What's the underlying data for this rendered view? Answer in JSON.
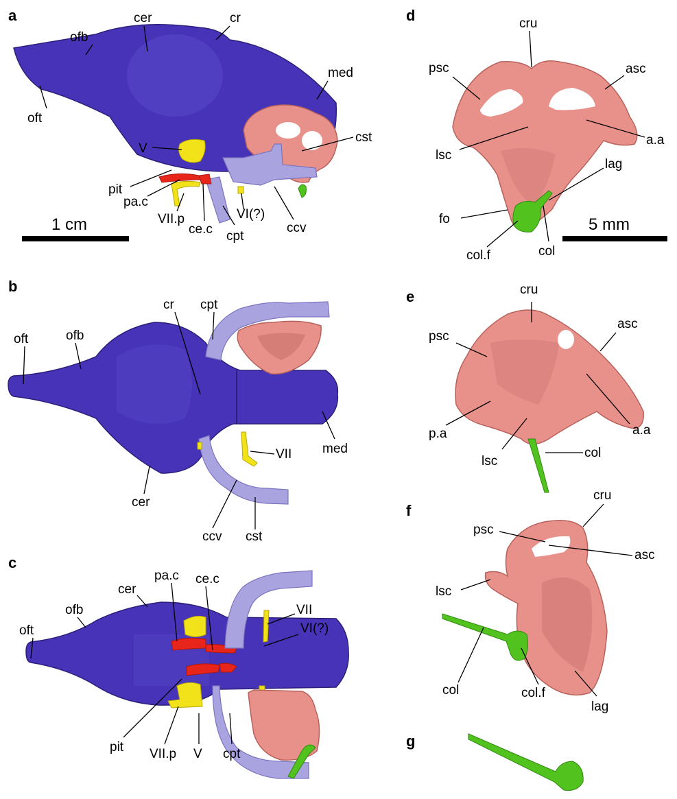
{
  "panels": {
    "a": {
      "letter": "a",
      "labels": {
        "ofb": "ofb",
        "cer": "cer",
        "cr": "cr",
        "med": "med",
        "oft": "oft",
        "cst": "cst",
        "V": "V",
        "pit": "pit",
        "pa_c": "pa.c",
        "VII_p": "VII.p",
        "ce_c": "ce.c",
        "cpt": "cpt",
        "VI": "VI(?)",
        "ccv": "ccv"
      },
      "scale": "1 cm"
    },
    "b": {
      "letter": "b",
      "labels": {
        "oft": "oft",
        "ofb": "ofb",
        "cr": "cr",
        "cpt": "cpt",
        "med": "med",
        "VII": "VII",
        "cer": "cer",
        "ccv": "ccv",
        "cst": "cst"
      }
    },
    "c": {
      "letter": "c",
      "labels": {
        "cer": "cer",
        "pa_c": "pa.c",
        "ce_c": "ce.c",
        "oft": "oft",
        "ofb": "ofb",
        "VII": "VII",
        "VI": "VI(?)",
        "pit": "pit",
        "VII_p": "VII.p",
        "V": "V",
        "cpt": "cpt"
      }
    },
    "d": {
      "letter": "d",
      "labels": {
        "cru": "cru",
        "psc": "psc",
        "asc": "asc",
        "a_a": "a.a",
        "lsc": "lsc",
        "lag": "lag",
        "fo": "fo",
        "col_f": "col.f",
        "col": "col"
      },
      "scale": "5 mm"
    },
    "e": {
      "letter": "e",
      "labels": {
        "cru": "cru",
        "psc": "psc",
        "asc": "asc",
        "a_a": "a.a",
        "p_a": "p.a",
        "lsc": "lsc",
        "col": "col"
      }
    },
    "f": {
      "letter": "f",
      "labels": {
        "cru": "cru",
        "psc": "psc",
        "asc": "asc",
        "lsc": "lsc",
        "col": "col",
        "col_f": "col.f",
        "lag": "lag"
      }
    },
    "g": {
      "letter": "g"
    }
  },
  "colors": {
    "brain": "#4633b8",
    "inner_ear": "#e8918a",
    "veins": "#a9a3e0",
    "nerves": "#f2e21a",
    "arteries": "#e8251a",
    "columella": "#52c21e"
  }
}
